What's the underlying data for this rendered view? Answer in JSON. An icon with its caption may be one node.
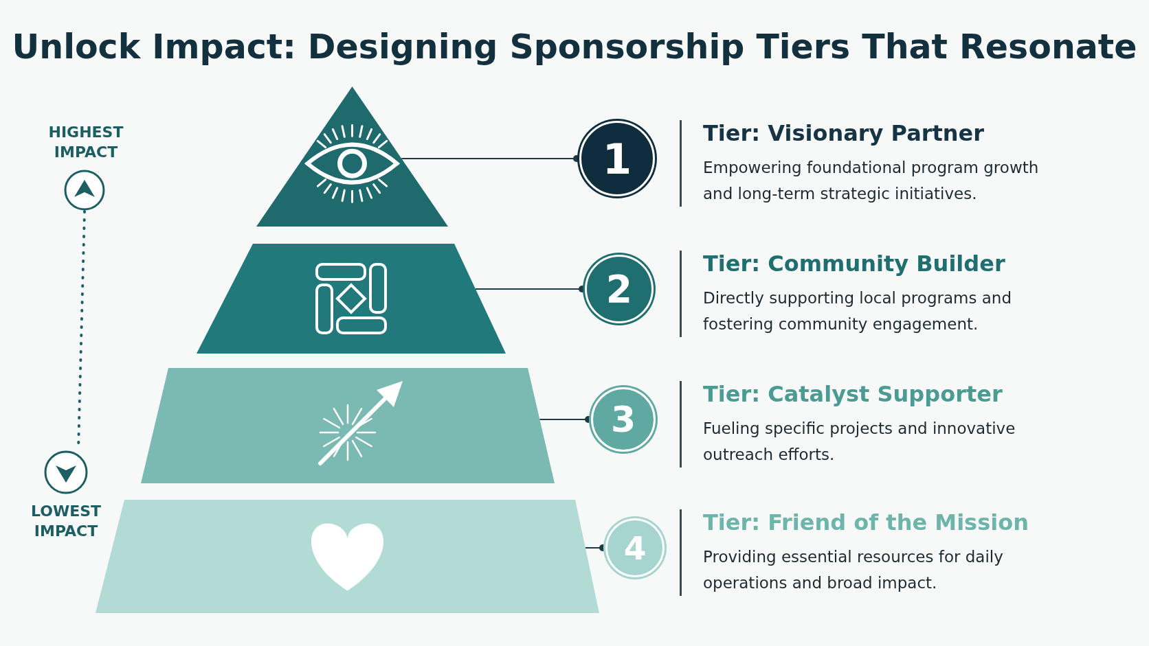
{
  "diagram": {
    "title": "Unlock Impact: Designing Sponsorship Tiers That Resonate",
    "nodes": [
      {
        "text": [],
        "shape": "triangle"
      },
      {
        "text": [],
        "shape": "trapezoid"
      },
      {
        "text": [],
        "shape": "trapezoid"
      },
      {
        "text": [],
        "shape": "trapezoid"
      },
      {
        "text": [
          "1"
        ],
        "beside": [
          "Tier: Visionary Partner",
          "Empowering foundational program growth and long-term strategic initiatives."
        ]
      },
      {
        "text": [
          "2"
        ],
        "beside": [
          "Tier: Community Builder",
          "Directly supporting local programs and fostering community engagement."
        ]
      },
      {
        "text": [
          "3"
        ],
        "beside": [
          "Tier: Catalyst Supporter",
          "Fueling specific projects and innovative outreach efforts."
        ]
      },
      {
        "text": [
          "4"
        ],
        "beside": [
          "Tier: Friend of the Mission",
          "Providing essential resources for daily operations and broad impact."
        ]
      }
    ],
    "edges": [
      {
        "from": 0,
        "to": 4,
        "arrow": "other"
      },
      {
        "from": 1,
        "to": 5,
        "arrow": "other"
      },
      {
        "from": 2,
        "to": 6,
        "arrow": "other"
      },
      {
        "from": 3,
        "to": 7,
        "arrow": "other"
      }
    ],
    "labels": [
      "HIGHEST IMPACT",
      "LOWEST IMPACT"
    ]
  }
}
